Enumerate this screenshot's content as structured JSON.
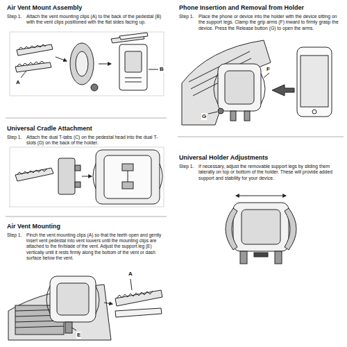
{
  "diagram": {
    "labels": [
      "Air Vent Mount Assembly",
      "Step 1.",
      "Attach the vent mounting clips (A) to the back of the pedestal (B) with the vent clips positioned with the flat sides facing up.",
      "A",
      "B",
      "Universal Cradle Attachment",
      "Step 1.",
      "Attach the dual T-tabs (C) on the pedestal head into the dual T-slots (D) on the back of the holder.",
      "Air Vent Mounting",
      "Step 1.",
      "Pinch the vent mounting clips (A) so that the teeth open and gently insert vent pedestal into vent louvers until the mounting clips are attached to the fin/blade of the vent. Adjust the support leg (E) vertically until it rests firmly along the bottom of the vent or dash surface below the vent.",
      "A",
      "E",
      "Phone Insertion and Removal from Holder",
      "Step 1.",
      "Place the phone or device into the holder with the device sitting on the support legs. Clamp the grip arms (F) inward to firmly grasp the device. Press the Release button (G) to open the arms.",
      "F",
      "G",
      "Universal Holder Adjustments",
      "Step 1.",
      "If necessary, adjust the removable support legs by sliding them laterally on top or bottom of the holder. These will provide added support and stability for your device."
    ]
  }
}
